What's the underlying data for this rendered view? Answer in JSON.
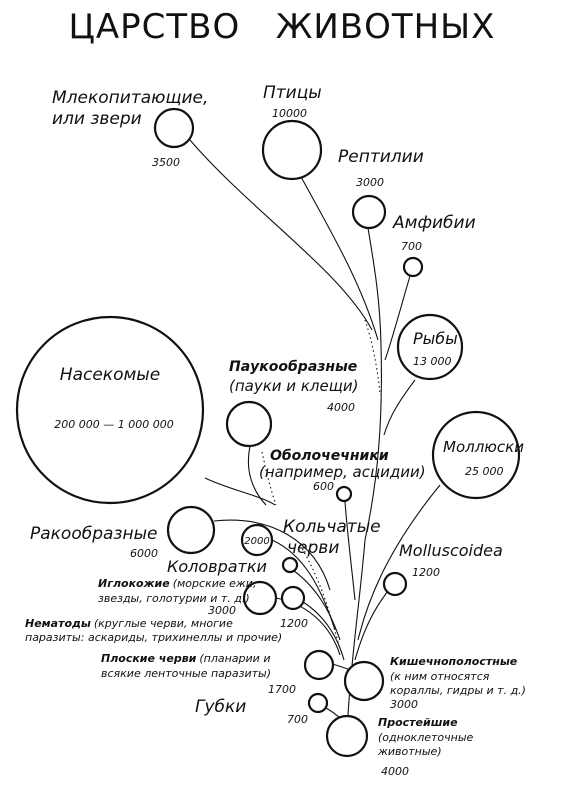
{
  "title": "ЦАРСТВО   ЖИВОТНЫХ",
  "groups": {
    "mammals": {
      "name_l1": "Млекопитающие,",
      "name_l2": "или звери",
      "count": "3500"
    },
    "birds": {
      "name": "Птицы",
      "count": "10000"
    },
    "reptiles": {
      "name": "Рептилии",
      "count": "3000"
    },
    "amphibians": {
      "name": "Амфибии",
      "count": "700"
    },
    "fish": {
      "name": "Рыбы",
      "count": "13 000"
    },
    "insects": {
      "name": "Насекомые",
      "count": "200 000 — 1 000 000"
    },
    "arachnids": {
      "name": "Паукообразные",
      "note": "(пауки и клещи)",
      "count": "4000"
    },
    "tunicates": {
      "name": "Оболочечники",
      "note": "(например, асцидии)",
      "count": "600"
    },
    "molluscs": {
      "name": "Моллюски",
      "count": "25 000"
    },
    "crustaceans": {
      "name": "Ракообразные",
      "count": "6000"
    },
    "annelids": {
      "name_l1": "Кольчатые",
      "name_l2": "черви",
      "count": "2000"
    },
    "rotifers": {
      "name": "Коловратки"
    },
    "molluscoidea": {
      "name": "Molluscoidea",
      "count": "1200"
    },
    "echinoderms": {
      "name": "Иглокожие",
      "note_l1": "(морские ежи,",
      "note_l2": "звезды, голотурии и т. д.)",
      "count": "3000"
    },
    "nematodes": {
      "name": "Нематоды",
      "note_l1": "(круглые черви, многие",
      "note_l2": "паразиты: аскариды, трихинеллы и прочие)",
      "count": "1200"
    },
    "flatworms": {
      "name": "Плоские черви",
      "note_l1": "(планарии и",
      "note_l2": "всякие ленточные паразиты)",
      "count": "1700"
    },
    "coelenterates": {
      "name": "Кишечнополостные",
      "note_l1": "(к ним относятся",
      "note_l2": "кораллы, гидры и т. д.)",
      "count": "3000"
    },
    "sponges": {
      "name": "Губки",
      "count": "700"
    },
    "protozoa": {
      "name": "Простейшие",
      "note_l1": "(одноклеточные",
      "note_l2": "животные)",
      "count": "4000"
    }
  }
}
